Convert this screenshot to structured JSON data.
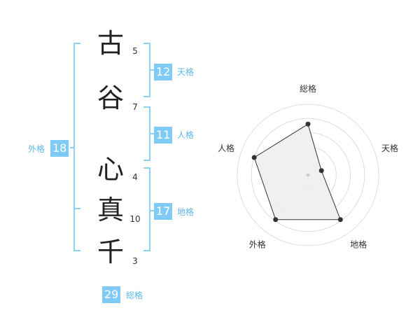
{
  "name": {
    "characters": [
      {
        "char": "古",
        "strokes": "5"
      },
      {
        "char": "谷",
        "strokes": "7"
      },
      {
        "char": "心",
        "strokes": "4"
      },
      {
        "char": "真",
        "strokes": "10"
      },
      {
        "char": "千",
        "strokes": "3"
      }
    ]
  },
  "scores": {
    "tenkaku": {
      "value": "12",
      "label": "天格"
    },
    "jinkaku": {
      "value": "11",
      "label": "人格"
    },
    "chikaku": {
      "value": "17",
      "label": "地格"
    },
    "gaikaku": {
      "value": "18",
      "label": "外格"
    },
    "soukaku": {
      "value": "29",
      "label": "総格"
    }
  },
  "chart_data": {
    "type": "radar",
    "axes": [
      "総格",
      "天格",
      "地格",
      "外格",
      "人格"
    ],
    "values": [
      0.72,
      0.2,
      0.78,
      0.78,
      0.8
    ],
    "rings": 5,
    "colors": {
      "fill": "#eeeeee",
      "line": "#333333",
      "grid": "#dddddd",
      "accent": "#7fcbf5"
    }
  }
}
